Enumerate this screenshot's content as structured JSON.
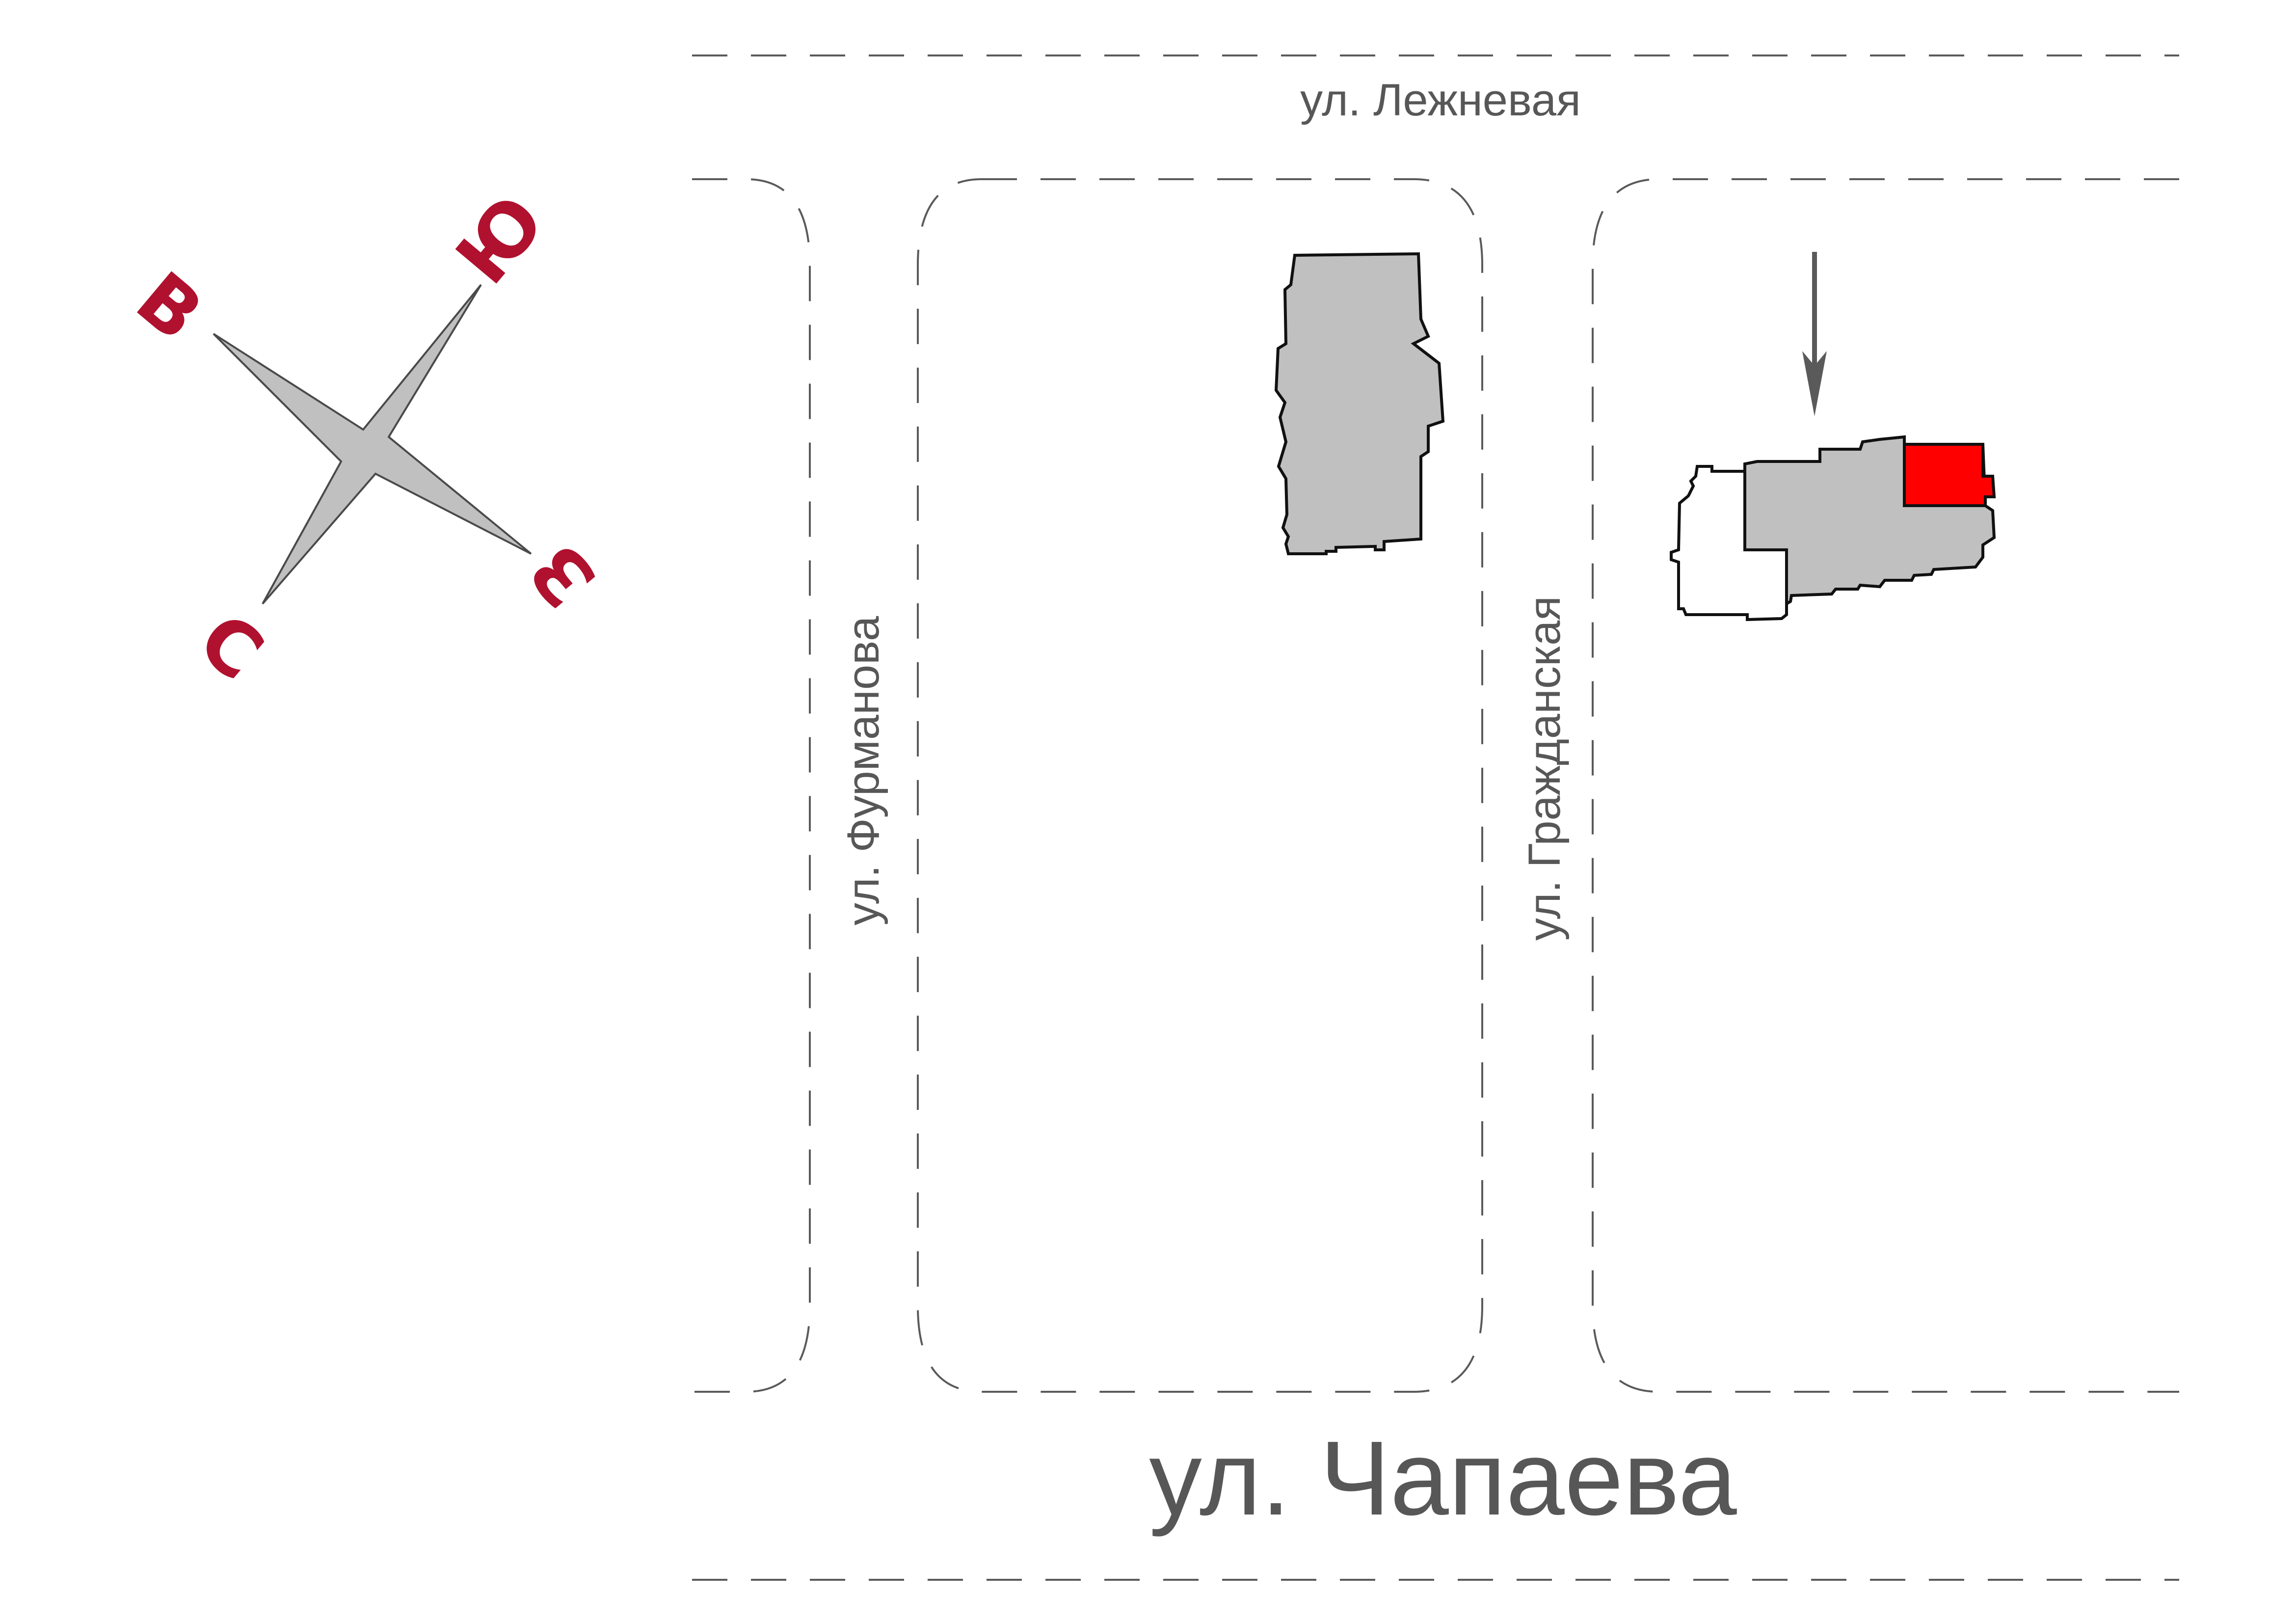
{
  "streets": {
    "lezhnevaya": "ул. Лежневая",
    "furmanova": "ул. Фурманова",
    "grazhdanskaya": "ул. Гражданская",
    "chapaeva": "ул. Чапаева"
  },
  "compass": {
    "north": "С",
    "south": "Ю",
    "east": "В",
    "west": "З",
    "letter_color": "#b0112f",
    "star_color": "#c0c0c0"
  },
  "buildings": {
    "fill_color": "#c0c0c0",
    "highlight_color": "#ff0000",
    "annex_color": "#ffffff"
  },
  "marker": {
    "icon": "down-arrow-icon",
    "color": "#5a5a5a"
  }
}
